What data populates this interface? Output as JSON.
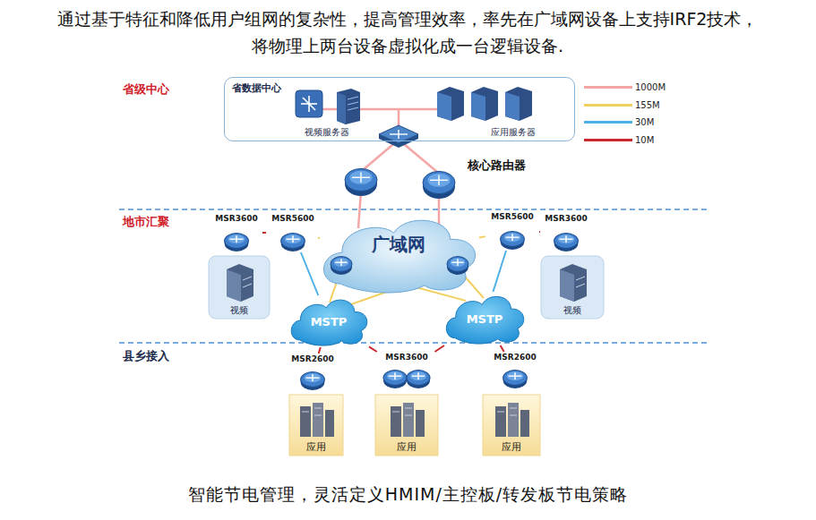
{
  "diagram": {
    "title": "通过基于特征和降低用户组网的复杂性，提高管理效率，率先在广域网设备上支持IRF2技术，将物理上两台设备虚拟化成一台逻辑设备.",
    "caption": "智能节电管理，灵活定义HMIM/主控板/转发板节电策略",
    "nodes": [
      {
        "text": [
          "省数据中心"
        ]
      },
      {
        "text": [
          "视频服务器"
        ],
        "in": 0
      },
      {
        "text": [
          "应用服务器"
        ],
        "in": 0
      },
      {
        "text": [
          "MSR3600"
        ]
      },
      {
        "text": [
          "MSR5600"
        ]
      },
      {
        "text": [
          "视频"
        ]
      },
      {
        "text": [
          "广域网"
        ]
      },
      {
        "text": [
          "MSR5600"
        ]
      },
      {
        "text": [
          "MSR3600"
        ]
      },
      {
        "text": [
          "视频"
        ]
      },
      {
        "text": [
          "MSTP"
        ]
      },
      {
        "text": [
          "MSTP"
        ]
      },
      {
        "text": [
          "MSR2600"
        ]
      },
      {
        "text": [
          "MSR3600"
        ]
      },
      {
        "text": [
          "MSR2600"
        ]
      },
      {
        "text": [
          "应用"
        ]
      },
      {
        "text": [
          "应用"
        ]
      },
      {
        "text": [
          "应用"
        ]
      }
    ],
    "edges": [
      {
        "from": 3,
        "to": 4,
        "arrow": "none"
      },
      {
        "from": 4,
        "to": 6,
        "arrow": "none"
      },
      {
        "from": 4,
        "to": 10,
        "arrow": "none"
      },
      {
        "from": 7,
        "to": 6,
        "arrow": "none"
      },
      {
        "from": 7,
        "to": 8,
        "arrow": "none"
      },
      {
        "from": 7,
        "to": 11,
        "arrow": "none"
      },
      {
        "from": 10,
        "to": 12,
        "arrow": "none"
      },
      {
        "from": 10,
        "to": 13,
        "arrow": "none"
      },
      {
        "from": 11,
        "to": 13,
        "arrow": "none"
      },
      {
        "from": 11,
        "to": 14,
        "arrow": "none"
      }
    ],
    "labels": [
      "省级中心",
      "地市汇聚",
      "县乡接入",
      "核心路由器"
    ],
    "legend": [
      {
        "text": "1000M",
        "color": "#f4a6a6"
      },
      {
        "text": "155M",
        "color": "#f2d060"
      },
      {
        "text": "30M",
        "color": "#4fb0e8"
      },
      {
        "text": "10M",
        "color": "#c8282e"
      }
    ]
  }
}
